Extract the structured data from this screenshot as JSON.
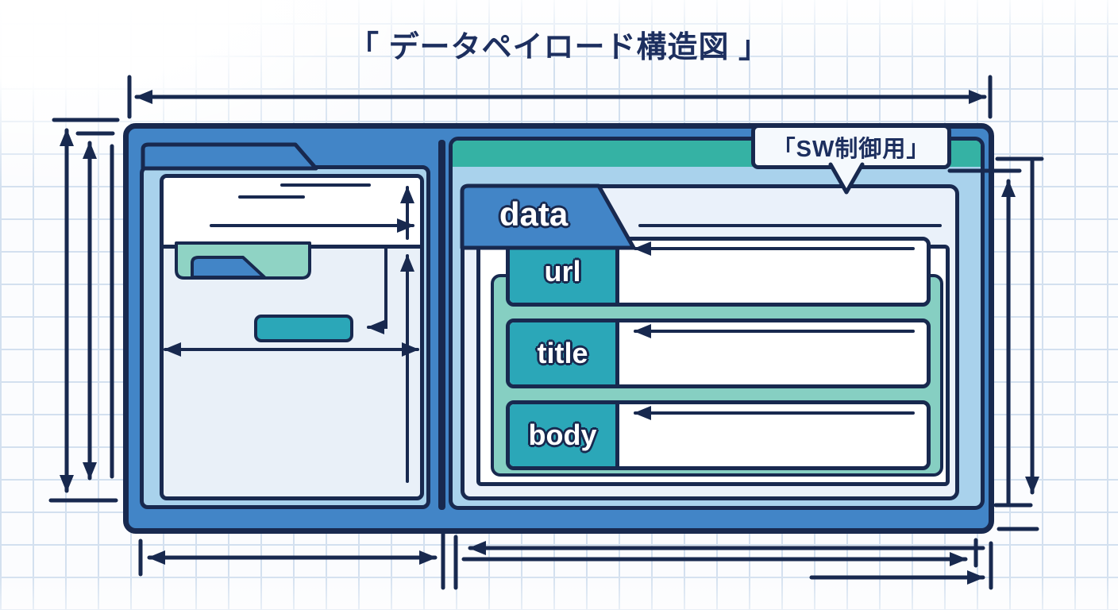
{
  "diagram": {
    "title": "「 データペイロード構造図 」",
    "callout_label": "「SW制御用」",
    "root_field": "data",
    "fields": [
      "url",
      "title",
      "body"
    ],
    "colors": {
      "frame_blue": "#4285c7",
      "sky_blue": "#a9d2ec",
      "teal_header": "#35b2a4",
      "seafoam": "#86cfc2",
      "teal_label": "#2ba7b8",
      "navy_outline": "#18294f",
      "panel_light": "#eaf1fa",
      "card_light": "#e9f0f8",
      "grid_line": "#d3e0ef"
    }
  }
}
